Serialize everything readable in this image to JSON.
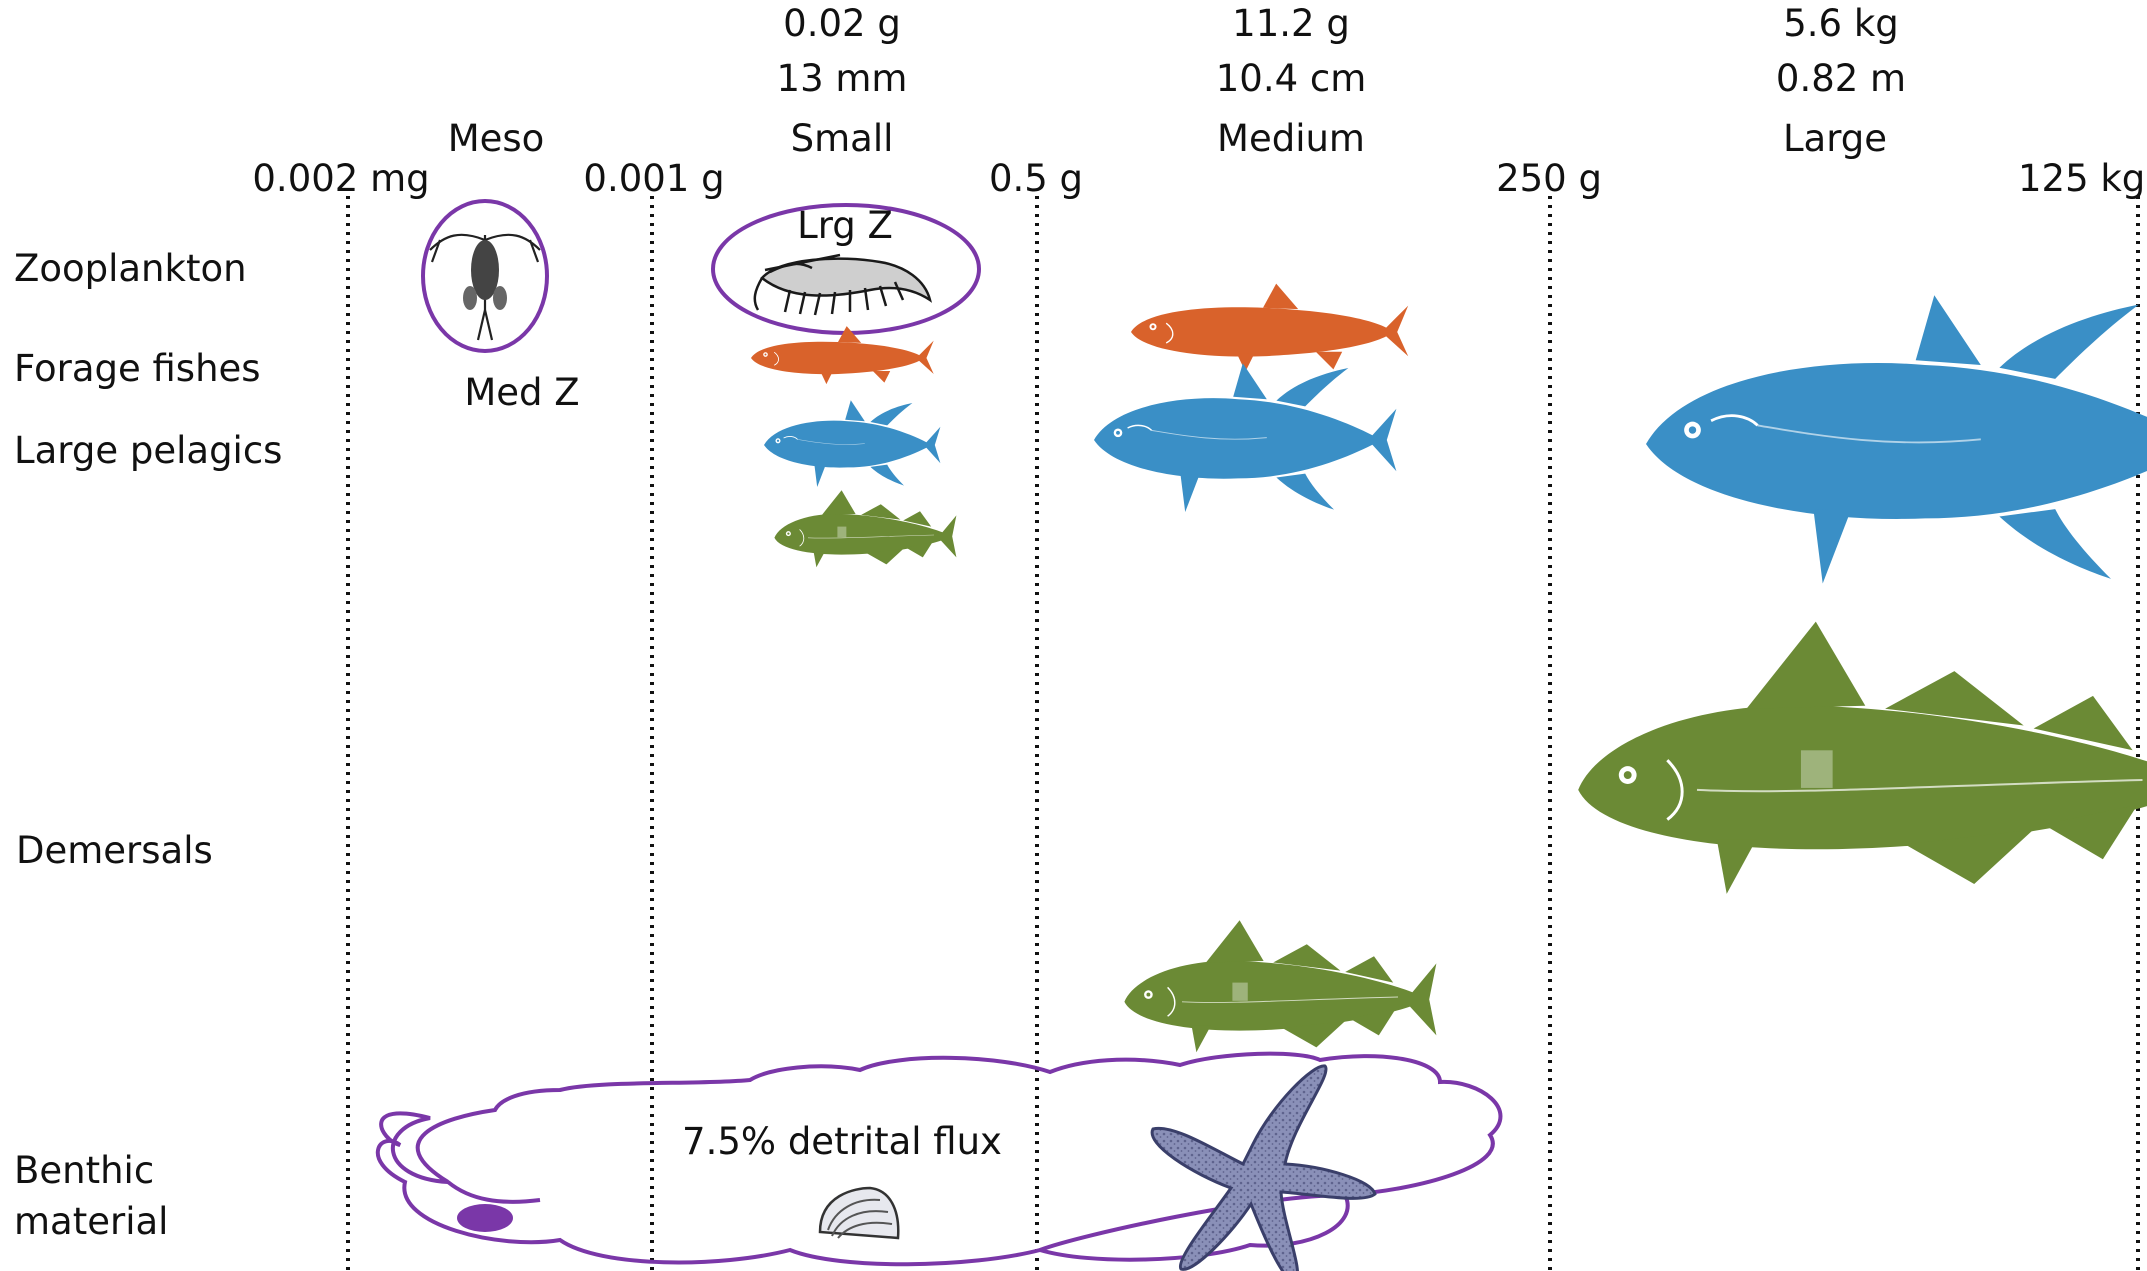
{
  "size_classes": [
    {
      "name": "Meso",
      "weight": "",
      "length": ""
    },
    {
      "name": "Small",
      "weight": "0.02 g",
      "length": "13 mm"
    },
    {
      "name": "Medium",
      "weight": "11.2 g",
      "length": "10.4 cm"
    },
    {
      "name": "Large",
      "weight": "5.6 kg",
      "length": "0.82 m"
    }
  ],
  "boundaries": [
    "0.002 mg",
    "0.001 g",
    "0.5 g",
    "250 g",
    "125 kg"
  ],
  "groups": {
    "zooplankton": "Zooplankton",
    "forage": "Forage fishes",
    "pelagic": "Large pelagics",
    "demersal": "Demersals",
    "benthic": "Benthic material"
  },
  "zooplankton": {
    "medium": "Med Z",
    "large": "Lrg Z"
  },
  "benthic": {
    "detrital": "7.5% detrital flux"
  },
  "colors": {
    "forage": "#d9622b",
    "pelagic": "#3a8fc6",
    "demersal": "#6b8a35",
    "outline": "#7a37a8",
    "starfish": "#8a90b8"
  }
}
